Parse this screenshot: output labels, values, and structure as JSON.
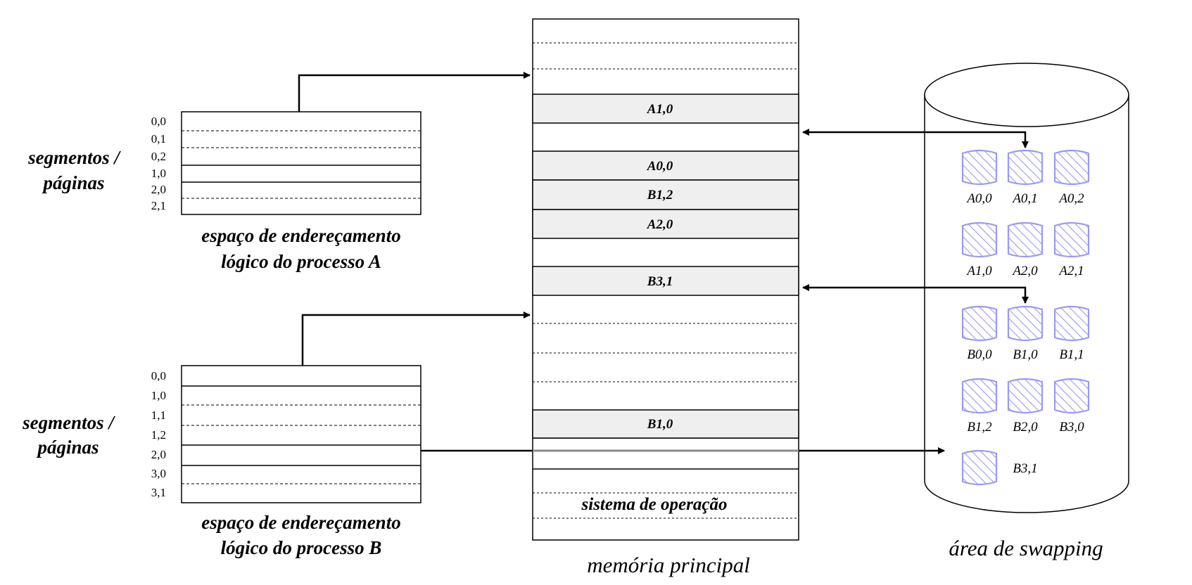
{
  "process_a": {
    "axis_label_line1": "segmentos /",
    "axis_label_line2": "páginas",
    "rows": [
      "0,0",
      "0,1",
      "0,2",
      "1,0",
      "2,0",
      "2,1"
    ],
    "caption_line1": "espaço de endereçamento",
    "caption_line2": "lógico do processo A"
  },
  "process_b": {
    "axis_label_line1": "segmentos /",
    "axis_label_line2": "páginas",
    "rows": [
      "0,0",
      "1,0",
      "1,1",
      "1,2",
      "2,0",
      "3,0",
      "3,1"
    ],
    "caption_line1": "espaço de endereçamento",
    "caption_line2": "lógico do processo B"
  },
  "memory": {
    "title": "memória principal",
    "frames": [
      "A1,0",
      "A0,0",
      "B1,2",
      "A2,0",
      "B3,1",
      "B1,0"
    ],
    "os_label": "sistema de operação"
  },
  "swap": {
    "title": "área de swapping",
    "pages": [
      "A0,0",
      "A0,1",
      "A0,2",
      "A1,0",
      "A2,0",
      "A2,1",
      "B0,0",
      "B1,0",
      "B1,1",
      "B1,2",
      "B2,0",
      "B3,0",
      "B3,1"
    ],
    "page_color": "#9a9af0"
  }
}
